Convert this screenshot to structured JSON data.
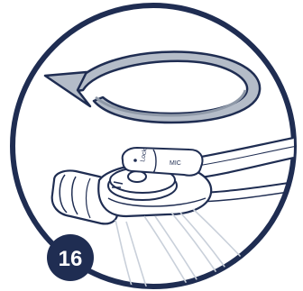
{
  "illustration": {
    "step_number": "16",
    "labels": {
      "lock": "Lock",
      "mic": "MIC"
    },
    "rotation_direction": "counterclockwise",
    "colors": {
      "outline": "#1f2d52",
      "arrow_fill": "#b4bcc8",
      "arrow_shade": "#8f99a8",
      "line_art": "#1f2d52",
      "badge": "#1f2d52",
      "faded_line": "#c9d0da",
      "background": "#ffffff"
    }
  }
}
